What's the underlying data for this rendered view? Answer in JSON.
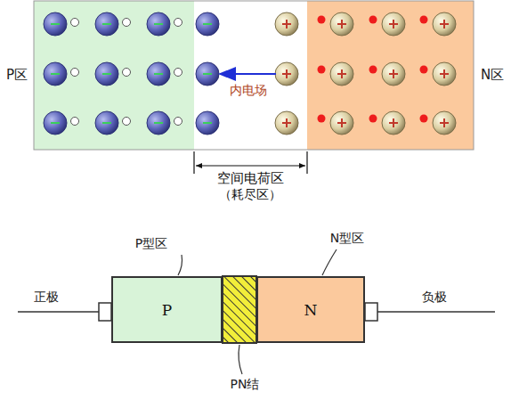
{
  "diagram": {
    "nodes": [
      {
        "text": [
          "P"
        ]
      },
      {
        "text": [
          "N"
        ]
      }
    ],
    "labels": [
      "P区",
      "N区",
      "内电场",
      "空间电荷区",
      "（耗尽区）",
      "P型区",
      "N型区",
      "正极",
      "负极",
      "PN结"
    ]
  }
}
